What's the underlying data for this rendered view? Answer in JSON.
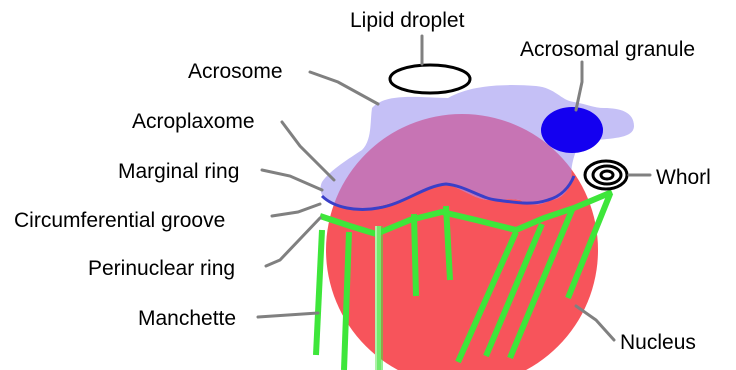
{
  "labels": {
    "lipid_droplet": "Lipid droplet",
    "acrosome": "Acrosome",
    "acrosomal_granule": "Acrosomal granule",
    "acroplaxome": "Acroplaxome",
    "marginal_ring": "Marginal ring",
    "whorl": "Whorl",
    "circumferential_groove": "Circumferential groove",
    "perinuclear_ring": "Perinuclear ring",
    "manchette": "Manchette",
    "nucleus": "Nucleus"
  },
  "colors": {
    "nucleus": "#f7545b",
    "acrosome": "#c5c0f6",
    "acroplaxome_overlap": "#c774b4",
    "acrosomal_granule": "#1400f0",
    "marginal_ring": "#3a3fc8",
    "manchette": "#3ee63a",
    "leader_line": "#808080"
  }
}
